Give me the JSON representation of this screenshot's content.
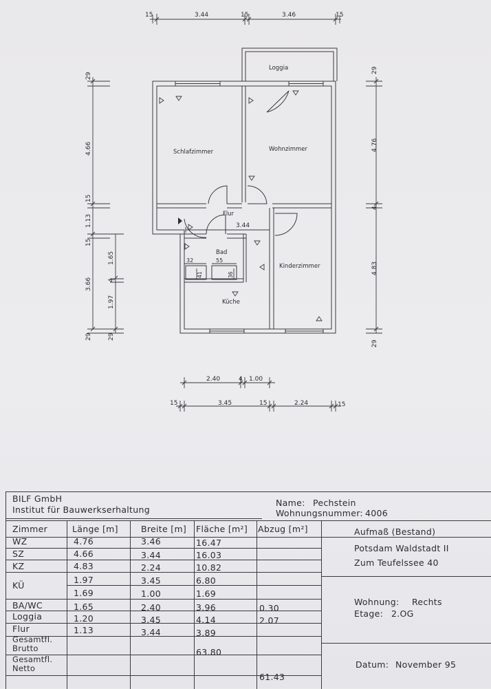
{
  "plan": {
    "rooms": {
      "loggia": "Loggia",
      "schlafzimmer": "Schlafzimmer",
      "wohnzimmer": "Wohnzimmer",
      "flur": "Flur",
      "bad": "Bad",
      "kinderzimmer": "Kinderzimmer",
      "kueche": "Küche"
    },
    "dims": {
      "top_15a": "15",
      "top_344": "3.44",
      "top_15b": "15",
      "top_346": "3.46",
      "top_15c": "15",
      "left_29a": "29",
      "left_466": "4.66",
      "left_15a": "15",
      "left_113": "1.13",
      "left_15b": "15",
      "left_366": "3.66",
      "left_29b": "29",
      "left2_165": "1.65",
      "left2_4": "4",
      "left2_197": "1.97",
      "left2_29": "29",
      "right_29a": "29",
      "right_476": "4.76",
      "right_4": "4",
      "right_483": "4.83",
      "right_29b": "29",
      "flur_344": "3.44",
      "bad_32": "32",
      "bad_55": "55",
      "bad_41": "41",
      "bad_36": "36",
      "bot1_240": "2.40",
      "bot1_4": "4",
      "bot1_100": "1.00",
      "bot2_15a": "15",
      "bot2_345": "3.45",
      "bot2_15b": "15",
      "bot2_224": "2.24",
      "bot2_15c": "15"
    }
  },
  "titleblock": {
    "company": "BILF GmbH",
    "institute": "Institut für Bauwerkserhaltung",
    "name_label": "Name:",
    "name_value": "Pechstein",
    "wnr_label": "Wohnungsnummer:",
    "wnr_value": "4006",
    "headers": [
      "Zimmer",
      "Länge [m]",
      "Breite [m]",
      "Fläche [m²]",
      "Abzug [m²]"
    ],
    "rows": [
      {
        "zimmer": "WZ",
        "laenge": "4.76",
        "breite": "3.46",
        "flaeche": "16.47",
        "abzug": ""
      },
      {
        "zimmer": "SZ",
        "laenge": "4.66",
        "breite": "3.44",
        "flaeche": "16.03",
        "abzug": ""
      },
      {
        "zimmer": "KZ",
        "laenge": "4.83",
        "breite": "2.24",
        "flaeche": "10.82",
        "abzug": ""
      },
      {
        "zimmer": "KÜ",
        "laenge": "1.97",
        "breite": "3.45",
        "flaeche": "6.80",
        "abzug": ""
      },
      {
        "zimmer": "",
        "laenge": "1.69",
        "breite": "1.00",
        "flaeche": "1.69",
        "abzug": ""
      },
      {
        "zimmer": "BA/WC",
        "laenge": "1.65",
        "breite": "2.40",
        "flaeche": "3.96",
        "abzug": "0.30"
      },
      {
        "zimmer": "Loggia",
        "laenge": "1.20",
        "breite": "3.45",
        "flaeche": "4.14",
        "abzug": "2.07"
      },
      {
        "zimmer": "Flur",
        "laenge": "1.13",
        "breite": "3.44",
        "flaeche": "3.89",
        "abzug": ""
      }
    ],
    "gesamt_brutto_l1": "Gesamtfl.",
    "gesamt_brutto_l2": "Brutto",
    "gesamt_brutto_value": "63.80",
    "gesamt_netto_l1": "Gesamtfl.",
    "gesamt_netto_l2": "Netto",
    "gesamt_netto_value": "61.43",
    "aufmass": "Aufmaß (Bestand)",
    "address1": "Potsdam Waldstadt II",
    "address2": "Zum Teufelssee 40",
    "wohnung_label": "Wohnung:",
    "wohnung_value": "Rechts",
    "etage_label": "Etage:",
    "etage_value": "2.OG",
    "datum_label": "Datum:",
    "datum_value": "November 95"
  }
}
